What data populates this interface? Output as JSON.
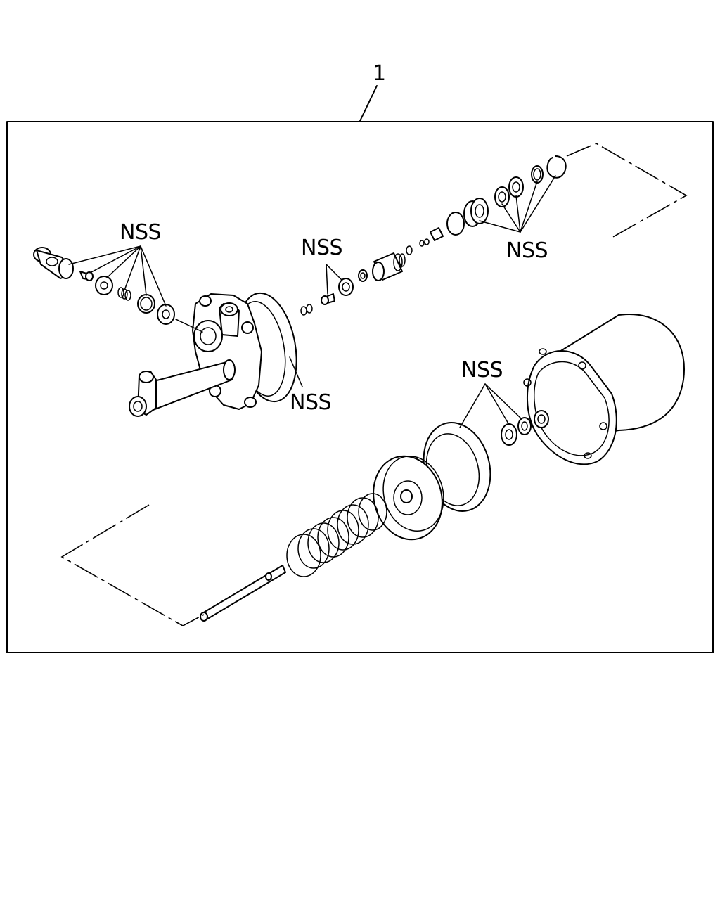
{
  "diagram": {
    "callout_number": "1",
    "nss_labels": [
      "NSS",
      "NSS",
      "NSS",
      "NSS",
      "NSS"
    ]
  }
}
